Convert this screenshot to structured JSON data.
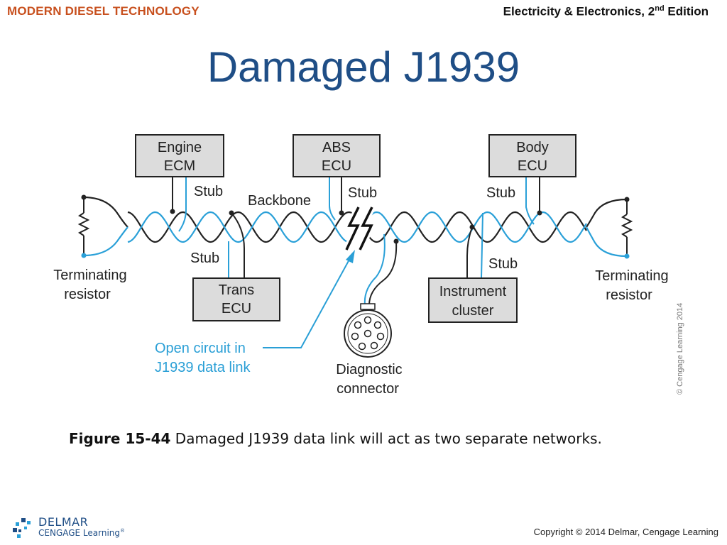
{
  "header": {
    "series": "MODERN DIESEL TECHNOLOGY",
    "book": "Electricity & Electronics, 2",
    "edition_sup": "nd",
    "edition_word": " Edition"
  },
  "slide": {
    "title": "Damaged J1939"
  },
  "diagram": {
    "boxes": {
      "engine_ecm": [
        "Engine",
        "ECM"
      ],
      "abs_ecu": [
        "ABS",
        "ECU"
      ],
      "body_ecu": [
        "Body",
        "ECU"
      ],
      "trans_ecu": [
        "Trans",
        "ECU"
      ],
      "instrument_cluster": [
        "Instrument",
        "cluster"
      ]
    },
    "labels": {
      "stub": "Stub",
      "backbone": "Backbone",
      "terminating_resistor": [
        "Terminating",
        "resistor"
      ],
      "open_circuit": [
        "Open circuit in",
        "J1939 data link"
      ],
      "diagnostic_connector": [
        "Diagnostic",
        "connector"
      ]
    },
    "colors": {
      "black_wire": "#222222",
      "blue_wire": "#2aa0d8",
      "box_fill": "#dcdcdc",
      "annotation": "#2a9fd6"
    }
  },
  "credit": "© Cengage Learning 2014",
  "caption": {
    "figure": "Figure 15-44",
    "text": " Damaged J1939 data link will act as two separate networks."
  },
  "footer": {
    "logo_name": "DELMAR",
    "logo_sub": "CENGAGE Learning",
    "logo_tm": "®",
    "copyright": "Copyright © 2014 Delmar, Cengage Learning"
  },
  "icons": [
    "delmar-logo-icon",
    "resistor-icon",
    "diagnostic-connector-icon",
    "break-icon"
  ]
}
